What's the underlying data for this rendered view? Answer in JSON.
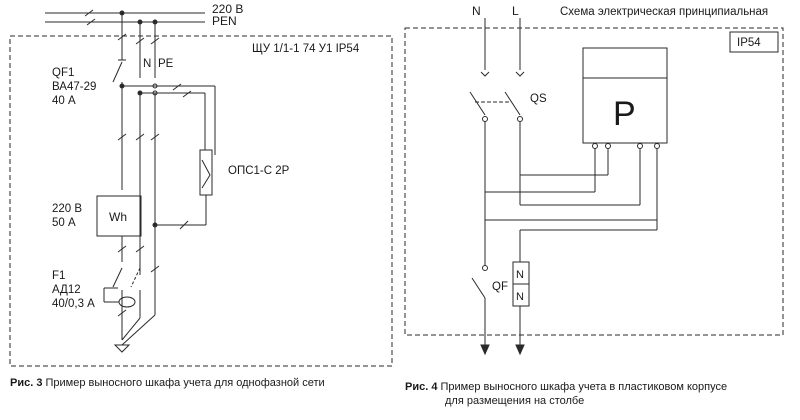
{
  "fig3": {
    "bus_220": "220 В",
    "bus_pen": "PEN",
    "enclosure_title": "ЩУ 1/1-1 74 У1 IP54",
    "label_n": "N",
    "label_pe": "PE",
    "qf1": [
      "QF1",
      "ВА47-29",
      "40 А"
    ],
    "surge_label": "ОПС1-С 2Р",
    "meter_rating": [
      "220 В",
      "50 А"
    ],
    "meter_label": "Wh",
    "rcd": [
      "F1",
      "АД12",
      "40/0,3 А"
    ],
    "caption_num": "Рис. 3",
    "caption_text": "Пример выносного шкафа учета для однофазной сети"
  },
  "fig4": {
    "label_n": "N",
    "label_l": "L",
    "heading": "Схема электрическая принципиальная",
    "enclosure_rating": "IP54",
    "qs_label": "QS",
    "meter_label": "P",
    "qf_label": "QF",
    "terminal_n1": "N",
    "terminal_n2": "N",
    "caption_num": "Рис. 4",
    "caption_text": "Пример выносного шкафа учета в пластиковом корпусе",
    "caption_text2": "для размещения на столбе"
  }
}
